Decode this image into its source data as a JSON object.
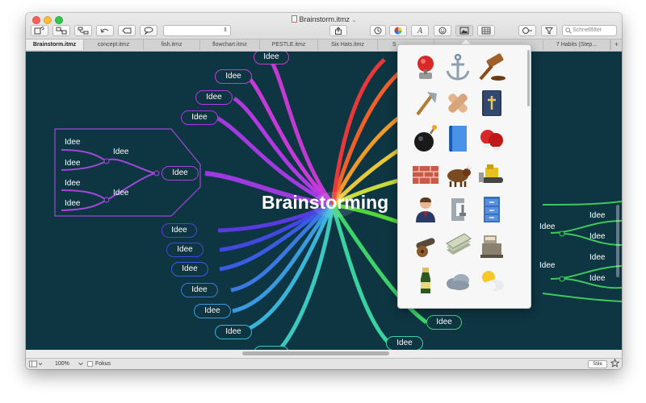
{
  "window": {
    "title": "Brainstorm.itmz",
    "title_chevron": "⌄"
  },
  "toolbar": {
    "buttons": [
      {
        "name": "new-topic-button",
        "icon": "new-topic-icon"
      },
      {
        "name": "new-subtopic-button",
        "icon": "subtopic-icon"
      },
      {
        "name": "relation-button",
        "icon": "relation-icon"
      },
      {
        "name": "undo-button",
        "icon": "undo-icon"
      },
      {
        "name": "label-button",
        "icon": "label-icon"
      },
      {
        "name": "comment-button",
        "icon": "comment-icon"
      }
    ],
    "select_value": "",
    "right_buttons": [
      {
        "name": "share-button",
        "icon": "share-icon"
      },
      {
        "name": "history-button",
        "icon": "history-icon"
      },
      {
        "name": "color-button",
        "icon": "color-wheel-icon"
      },
      {
        "name": "font-button",
        "icon": "font-icon",
        "glyph": "A"
      },
      {
        "name": "emoji-button",
        "icon": "smiley-icon"
      },
      {
        "name": "image-button",
        "icon": "image-icon"
      },
      {
        "name": "table-button",
        "icon": "table-icon"
      },
      {
        "name": "zoom-button",
        "icon": "magnifier-icon"
      },
      {
        "name": "filter-button",
        "icon": "filter-icon"
      }
    ],
    "search_placeholder": "Schnellfilter"
  },
  "tabs": [
    {
      "label": "Brainstorm.itmz",
      "active": true
    },
    {
      "label": "concept.itmz"
    },
    {
      "label": "fish.itmz"
    },
    {
      "label": "flowchart.itmz"
    },
    {
      "label": "PESTLE.itmz"
    },
    {
      "label": "Six Hats.itmz"
    },
    {
      "label": "S"
    },
    {
      "label": "7 Habits (Step..."
    }
  ],
  "tab_add": "+",
  "mindmap": {
    "central": "Brainstorming",
    "node_label": "Idee",
    "colors": {
      "background": "#0e3542",
      "purple": "#a63fe0",
      "magenta": "#d03ac4",
      "blue": "#3a6ee0",
      "cyan": "#3ab8c8",
      "green": "#3ec85a",
      "yellow": "#e8d23a",
      "orange": "#f07a2a",
      "red": "#e8383a"
    }
  },
  "statusbar": {
    "zoom": "100%",
    "focus_label": "Fokus",
    "style_label": "Stile"
  },
  "popover": {
    "icons": [
      "alarm-bell-icon",
      "anchor-icon",
      "gavel-icon",
      "axe-icon",
      "bandage-icon",
      "bible-icon",
      "bomb-icon",
      "book-icon",
      "boxing-gloves-icon",
      "brick-wall-icon",
      "bull-icon",
      "bulldozer-icon",
      "businessman-icon",
      "clamp-icon",
      "filing-cabinet-icon",
      "cannon-icon",
      "money-stack-icon",
      "cash-register-icon",
      "champagne-icon",
      "cloud-icon",
      "sun-cloud-icon"
    ]
  }
}
